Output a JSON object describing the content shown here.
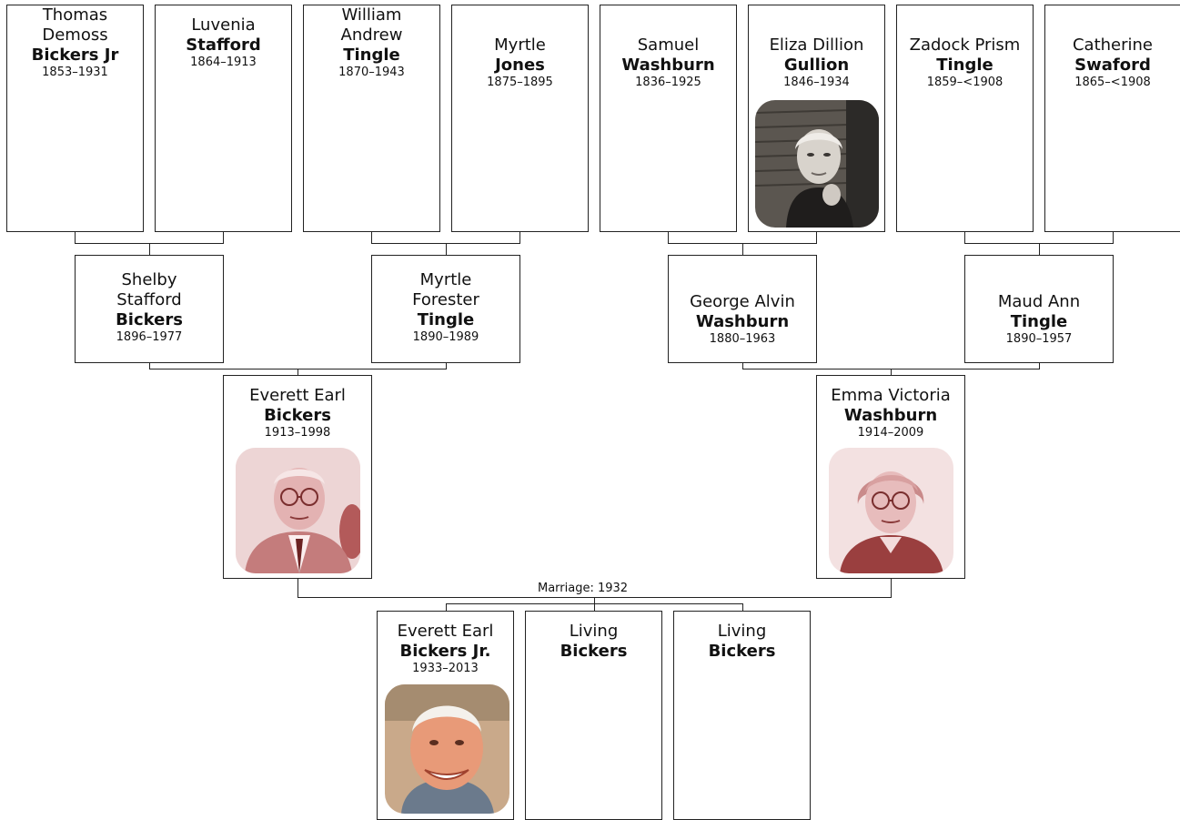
{
  "marriage_label": "Marriage: 1932",
  "great_grandparents": [
    {
      "names": [
        "Thomas",
        "Demoss"
      ],
      "surname": "Bickers Jr",
      "dates": "1853–1931"
    },
    {
      "names": [
        "Luvenia"
      ],
      "surname": "Stafford",
      "dates": "1864–1913"
    },
    {
      "names": [
        "William",
        "Andrew"
      ],
      "surname": "Tingle",
      "dates": "1870–1943"
    },
    {
      "names": [
        "Myrtle"
      ],
      "surname": "Jones",
      "dates": "1875–1895"
    },
    {
      "names": [
        "Samuel"
      ],
      "surname": "Washburn",
      "dates": "1836–1925"
    },
    {
      "names": [
        "Eliza Dillion"
      ],
      "surname": "Gullion",
      "dates": "1846–1934",
      "photo": "portrait-sepia-elderly-woman"
    },
    {
      "names": [
        "Zadock Prism"
      ],
      "surname": "Tingle",
      "dates": "1859–<1908"
    },
    {
      "names": [
        "Catherine"
      ],
      "surname": "Swaford",
      "dates": "1865–<1908"
    }
  ],
  "grandparents": [
    {
      "names": [
        "Shelby",
        "Stafford"
      ],
      "surname": "Bickers",
      "dates": "1896–1977"
    },
    {
      "names": [
        "Myrtle",
        "Forester"
      ],
      "surname": "Tingle",
      "dates": "1890–1989"
    },
    {
      "names": [
        "George Alvin"
      ],
      "surname": "Washburn",
      "dates": "1880–1963"
    },
    {
      "names": [
        "Maud Ann"
      ],
      "surname": "Tingle",
      "dates": "1890–1957"
    }
  ],
  "parents": [
    {
      "names": [
        "Everett Earl"
      ],
      "surname": "Bickers",
      "dates": "1913–1998",
      "photo": "portrait-red-tint-man-glasses"
    },
    {
      "names": [
        "Emma Victoria"
      ],
      "surname": "Washburn",
      "dates": "1914–2009",
      "photo": "portrait-red-tint-woman-glasses"
    }
  ],
  "children": [
    {
      "names": [
        "Everett Earl"
      ],
      "surname": "Bickers Jr.",
      "dates": "1933–2013",
      "photo": "portrait-color-smiling-man"
    },
    {
      "names": [
        "Living"
      ],
      "surname": "Bickers",
      "dates": ""
    },
    {
      "names": [
        "Living"
      ],
      "surname": "Bickers",
      "dates": ""
    }
  ],
  "colors": {
    "line": "#222222",
    "box_border": "#222222",
    "sepia": "#b86a6a"
  }
}
